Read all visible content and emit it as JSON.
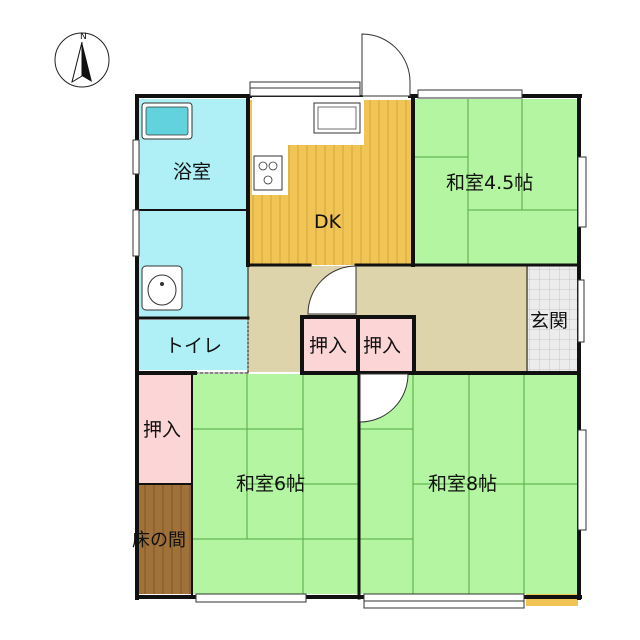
{
  "compass": {
    "label": "N",
    "icon": "north-arrow-icon"
  },
  "rooms": {
    "bath": "浴室",
    "dk": "DK",
    "washitsu45": "和室4.5帖",
    "genkan": "玄関",
    "toilet": "トイレ",
    "oshiire_hall_left": "押入",
    "oshiire_hall_right": "押入",
    "oshiire_west": "押入",
    "tokonoma": "床の間",
    "washitsu6": "和室6帖",
    "washitsu8": "和室8帖"
  },
  "colors": {
    "wall": "#111111",
    "tatami": "#b3f5a0",
    "tatami_line": "#55a845",
    "wet_area": "#aef0f5",
    "kitchen": "#f0c455",
    "kitchen_stripe": "#d6a43a",
    "hallway": "#ddd4ac",
    "closet": "#fcd6d6",
    "genkan": "#e8e8e8",
    "tokonoma": "#a0723a",
    "tub": "#62d3dd"
  }
}
